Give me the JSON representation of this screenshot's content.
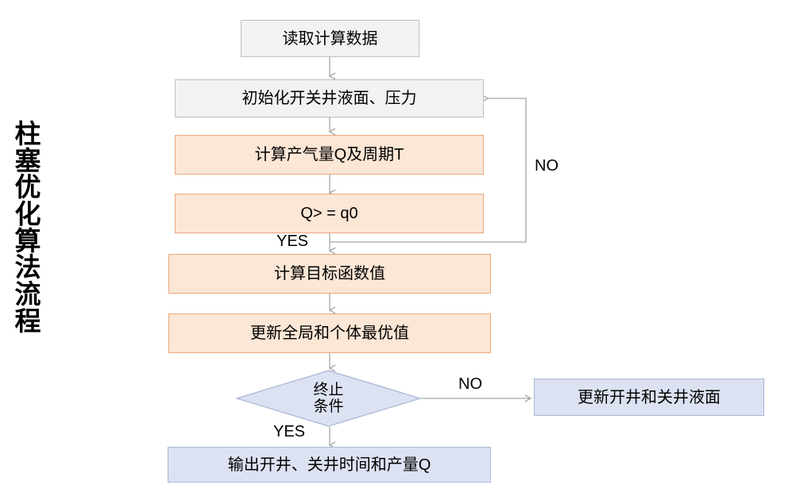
{
  "diagram": {
    "title": "柱塞优化算法流程",
    "type": "flowchart",
    "colors": {
      "gray_fill": "#f2f2f2",
      "gray_border": "#bfbfbf",
      "orange_fill": "#fce6d5",
      "orange_border": "#e8a87c",
      "blue_fill": "#dce2f2",
      "blue_border": "#a9b6d4",
      "connector": "#a6a6a6",
      "text": "#000000",
      "background": "#ffffff"
    },
    "nodes": {
      "read_data": "读取计算数据",
      "init": "初始化开关井液面、压力",
      "calc_gas": "计算产气量Q及周期T",
      "condition_q": "Q> = q0",
      "objective": "计算目标函数值",
      "update_best": "更新全局和个体最优值",
      "terminate_line1": "终止",
      "terminate_line2": "条件",
      "update_levels": "更新开井和关井液面",
      "output": "输出开井、关井时间和产量Q"
    },
    "edge_labels": {
      "q_yes": "YES",
      "q_no": "NO",
      "term_yes": "YES",
      "term_no": "NO"
    }
  }
}
